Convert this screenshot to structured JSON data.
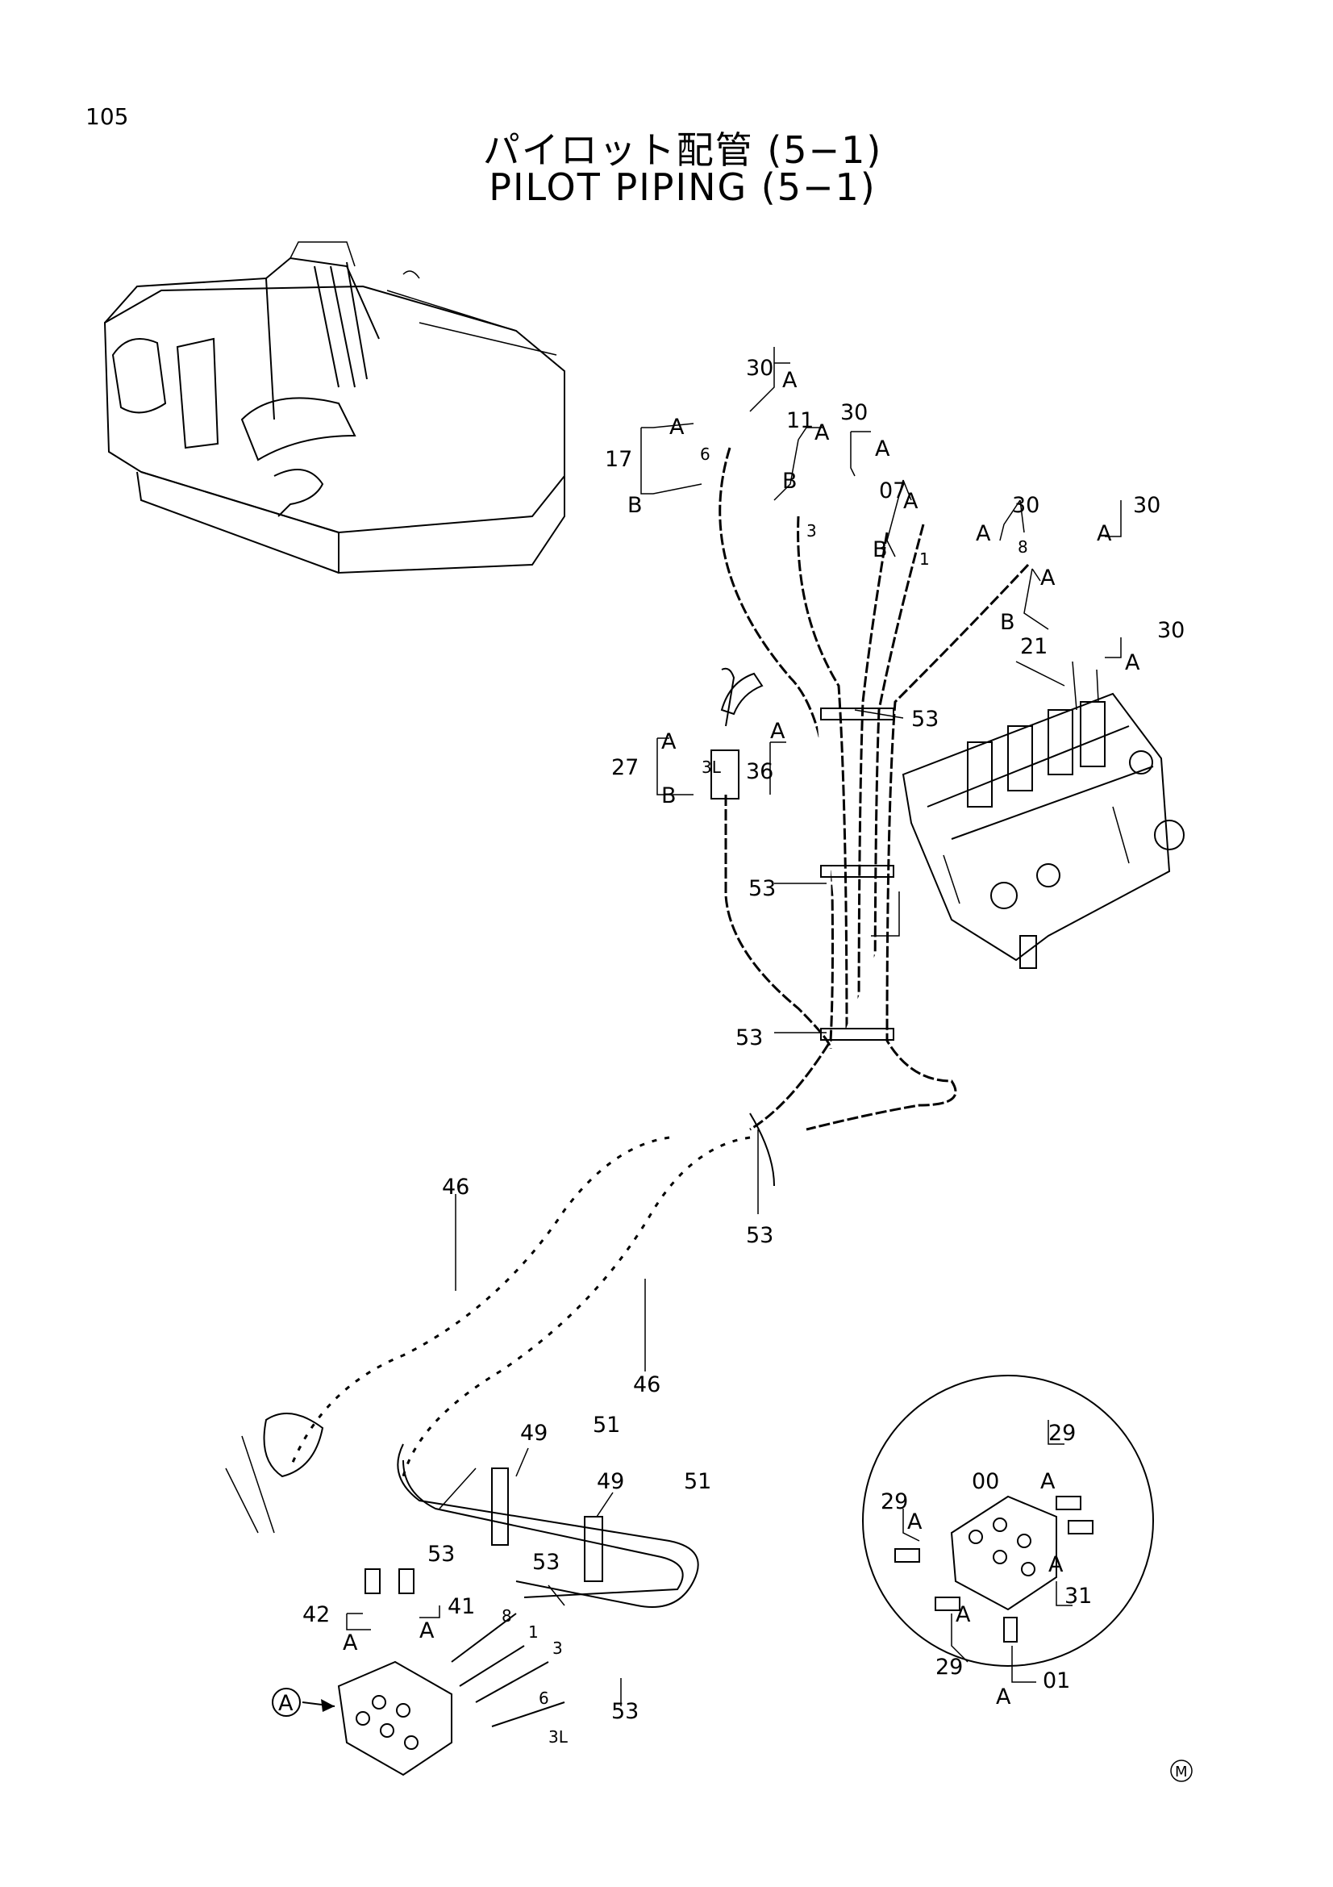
{
  "page_number": "105",
  "title_jp": "パイロット配管 (5−1)",
  "title_en": "PILOT PIPING (5−1)",
  "callouts": {
    "p30": "30",
    "p17": "17",
    "p11": "11",
    "p07": "07",
    "p21": "21",
    "p27": "27",
    "p36": "36",
    "p53": "53",
    "p46": "46",
    "p49": "49",
    "p51": "51",
    "p42": "42",
    "p41": "41",
    "p00": "00",
    "p29": "29",
    "p31": "31",
    "p01": "01"
  },
  "letters": {
    "a": "A",
    "b": "B"
  },
  "hose_marks": {
    "m6": "6",
    "m3": "3",
    "m1": "1",
    "m8": "8",
    "m3L": "3L"
  },
  "detail_ref": "A",
  "maker_mark": "M"
}
